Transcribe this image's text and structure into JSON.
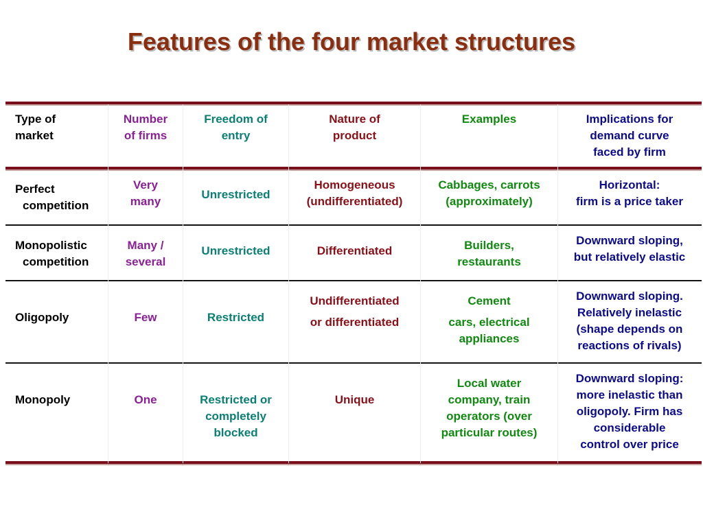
{
  "title": "Features of the four market structures",
  "colors": {
    "title": "#8b2d0f",
    "rule": "#7a0f1c",
    "type": "#000000",
    "number": "#8a1f96",
    "entry": "#0a7f74",
    "nature": "#8b0f17",
    "examples": "#0f8a0f",
    "implications": "#0b0b8c"
  },
  "header": {
    "type_line1": "Type of",
    "type_line2": "market",
    "number_line1": "Number",
    "number_line2": "of firms",
    "entry_line1": "Freedom of",
    "entry_line2": "entry",
    "nature_line1": "Nature of",
    "nature_line2": "product",
    "examples": "Examples",
    "implications_line1": "Implications for",
    "implications_line2": "demand curve",
    "implications_line3": "faced by firm"
  },
  "rows": [
    {
      "type_line1": "Perfect",
      "type_line2": "competition",
      "number_line1": "Very",
      "number_line2": "many",
      "entry": "Unrestricted",
      "nature_line1": "Homogeneous",
      "nature_line2": "(undifferentiated)",
      "examples_line1": "Cabbages, carrots",
      "examples_line2": "(approximately)",
      "implications_line1": "Horizontal:",
      "implications_line2": "firm is a price taker"
    },
    {
      "type_line1": "Monopolistic",
      "type_line2": "competition",
      "number_line1": "Many /",
      "number_line2": "several",
      "entry": "Unrestricted",
      "nature": "Differentiated",
      "examples_line1": "Builders,",
      "examples_line2": "restaurants",
      "implications_line1": "Downward sloping,",
      "implications_line2": "but relatively elastic"
    },
    {
      "type": "Oligopoly",
      "number": "Few",
      "entry": "Restricted",
      "nature_line1": "Undifferentiated",
      "nature_line2": "or differentiated",
      "examples_line1": "Cement",
      "examples_line2": "cars, electrical",
      "examples_line3": "appliances",
      "implications_line1": "Downward sloping.",
      "implications_line2": "Relatively inelastic",
      "implications_line3": "(shape depends on",
      "implications_line4": "reactions of rivals)"
    },
    {
      "type": "Monopoly",
      "number": "One",
      "entry_line1": "Restricted or",
      "entry_line2": "completely",
      "entry_line3": "blocked",
      "nature": "Unique",
      "examples_line1": "Local water",
      "examples_line2": "company, train",
      "examples_line3": "operators (over",
      "examples_line4": "particular routes)",
      "implications_line1": "Downward sloping:",
      "implications_line2": "more inelastic than",
      "implications_line3": "oligopoly.  Firm has",
      "implications_line4": "considerable",
      "implications_line5": "control over price"
    }
  ]
}
